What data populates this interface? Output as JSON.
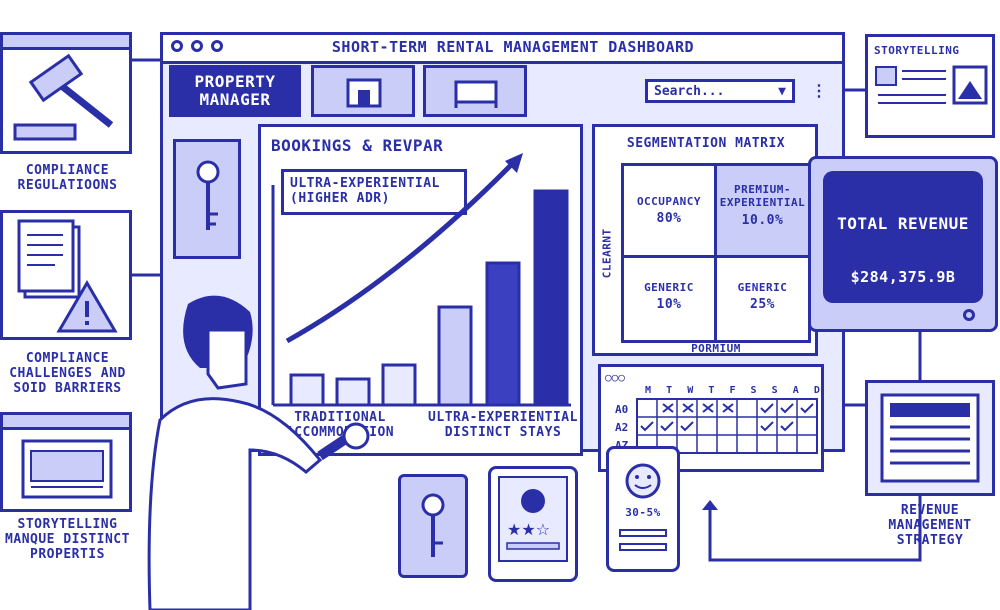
{
  "window": {
    "title": "SHORT-TERM RENTAL MANAGEMENT DASHBOARD",
    "tabs": [
      "PROPERTY MANAGER"
    ],
    "search_placeholder": "Search..."
  },
  "left_panels": {
    "compliance": "COMPLIANCE REGULATIOONS",
    "challenges": "COMPLIANCE CHALLENGES AND SOID BARRIERS",
    "storytelling": "STORYTELLING MANQUE DISTINCT PROPERTIS"
  },
  "storytelling_panel": {
    "title": "STORYTELLING"
  },
  "bookings_chart": {
    "title": "BOOKINGS & REVPAR",
    "callout": "ULTRA-EXPERIENTIAL (HIGHER ADR)",
    "label_left": "TRADITIONAL ACCOMMODATION",
    "label_right": "ULTRA-EXPERIENTIAL DISTINCT STAYS"
  },
  "segmentation": {
    "title": "SEGMENTATION MATRIX",
    "y_axis": "CLEARNT",
    "x_axis": "PORMIUM",
    "cells": [
      {
        "label": "OCCUPANCY",
        "value": "80%"
      },
      {
        "label": "PREMIUM-EXPERIENTIAL",
        "value": "10.0%"
      },
      {
        "label": "GENERIC",
        "value": "10%"
      },
      {
        "label": "GENERIC",
        "value": "25%"
      }
    ]
  },
  "revenue": {
    "label": "TOTAL REVENUE",
    "value": "$284,375.9B"
  },
  "calendar": {
    "days": [
      "M",
      "T",
      "W",
      "T",
      "F",
      "S",
      "S",
      "A",
      "D"
    ],
    "rows": [
      "A0",
      "A2",
      "AZ"
    ]
  },
  "phone": {
    "percent": "30-5%"
  },
  "strategy": {
    "label": "REVENUE MANAGEMENT STRATEGY"
  },
  "colors": {
    "primary": "#2a2fa8",
    "light": "#e8eaff",
    "mid": "#c9cdf7"
  }
}
